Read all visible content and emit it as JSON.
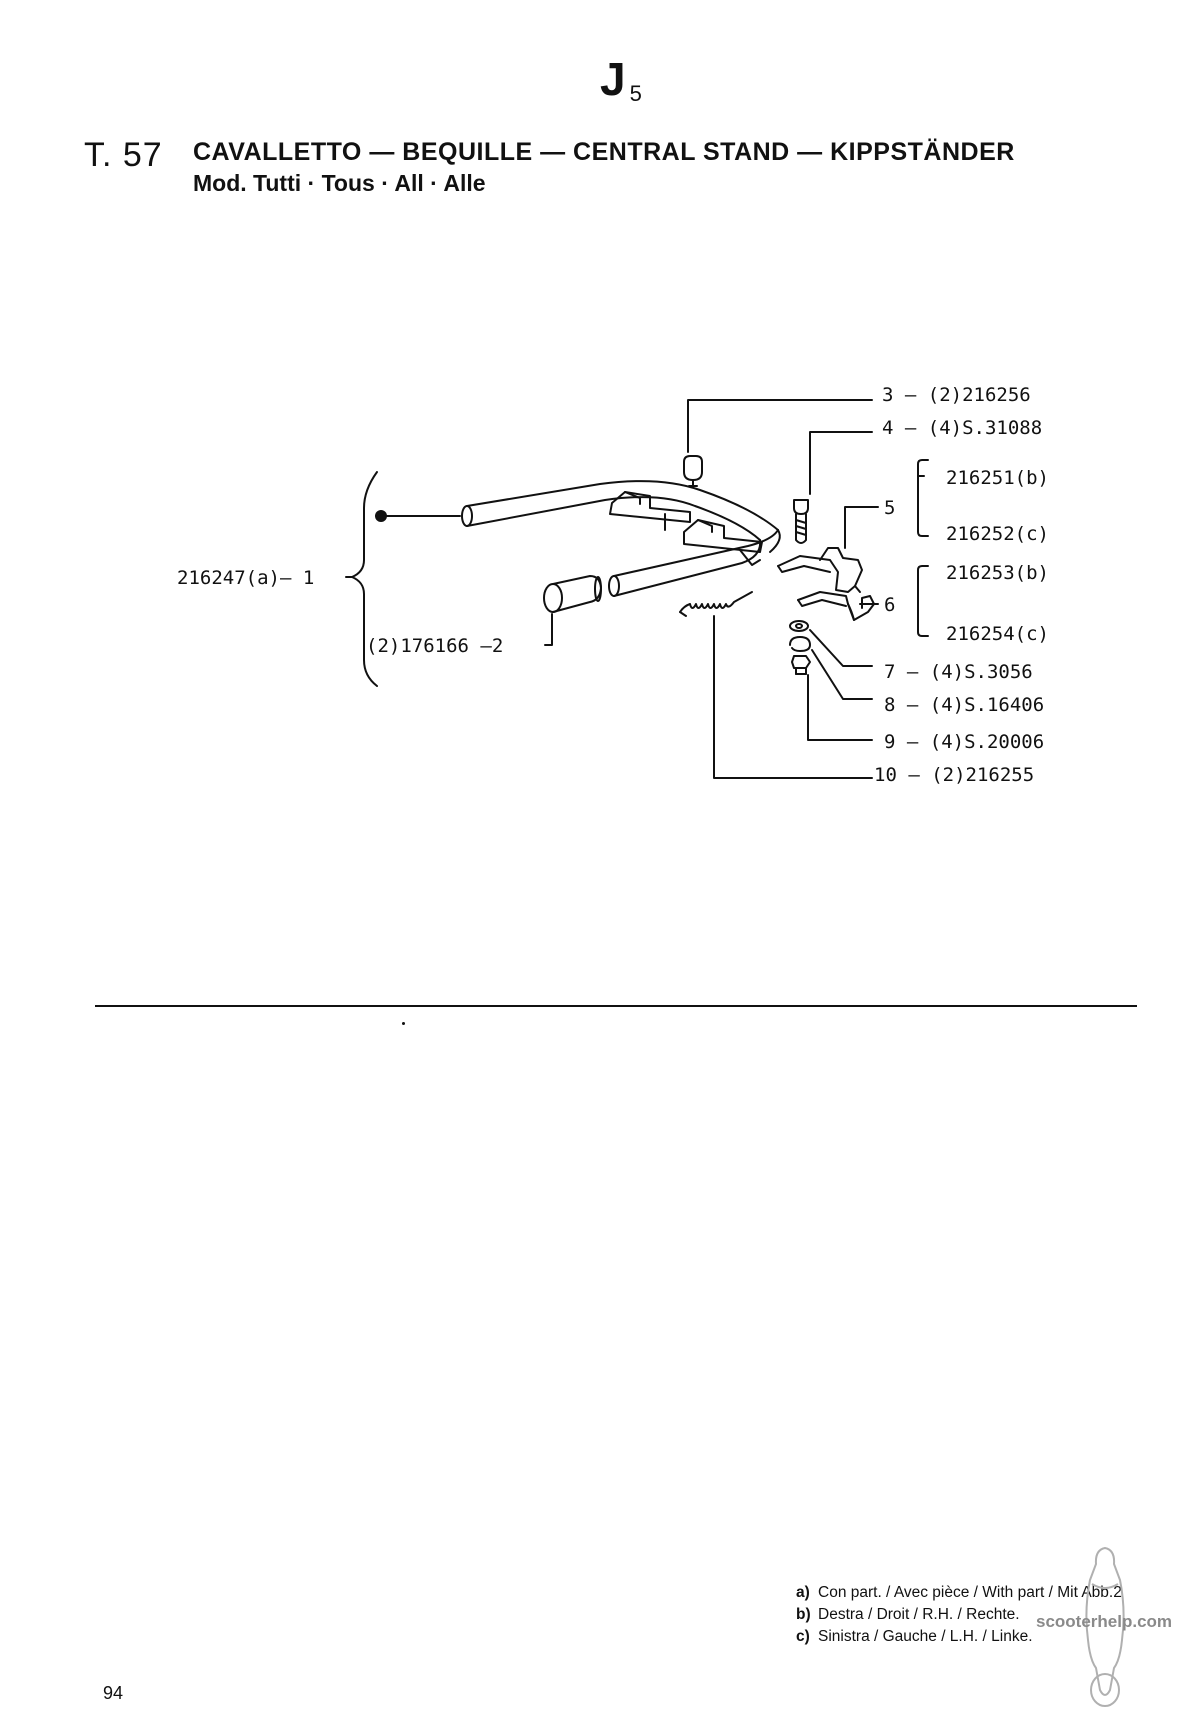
{
  "header": {
    "section_letter": "J",
    "section_subscript": "5",
    "table_number": "T. 57",
    "title": "CAVALLETTO — BEQUILLE — CENTRAL STAND — KIPPSTÄNDER",
    "models": "Mod. Tutti · Tous · All · Alle"
  },
  "parts": {
    "p1": "216247(a)— 1",
    "p2": "(2)176166 —2",
    "p3": "3 — (2)216256",
    "p4": "4 — (4)S.31088",
    "p5_num": "5",
    "p5_b": "216251(b)",
    "p5_c": "216252(c)",
    "p6_num": "6",
    "p6_b": "216253(b)",
    "p6_c": "216254(c)",
    "p7": "7 — (4)S.3056",
    "p8": "8 — (4)S.16406",
    "p9": "9 — (4)S.20006",
    "p10": "10 — (2)216255"
  },
  "legend": [
    {
      "key": "a)",
      "text": "Con part. / Avec pièce / With part / Mit Abb.2"
    },
    {
      "key": "b)",
      "text": "Destra / Droit / R.H. / Rechte."
    },
    {
      "key": "c)",
      "text": "Sinistra / Gauche / L.H. / Linke."
    }
  ],
  "watermark": "scooterhelp.com",
  "page_number": "94"
}
